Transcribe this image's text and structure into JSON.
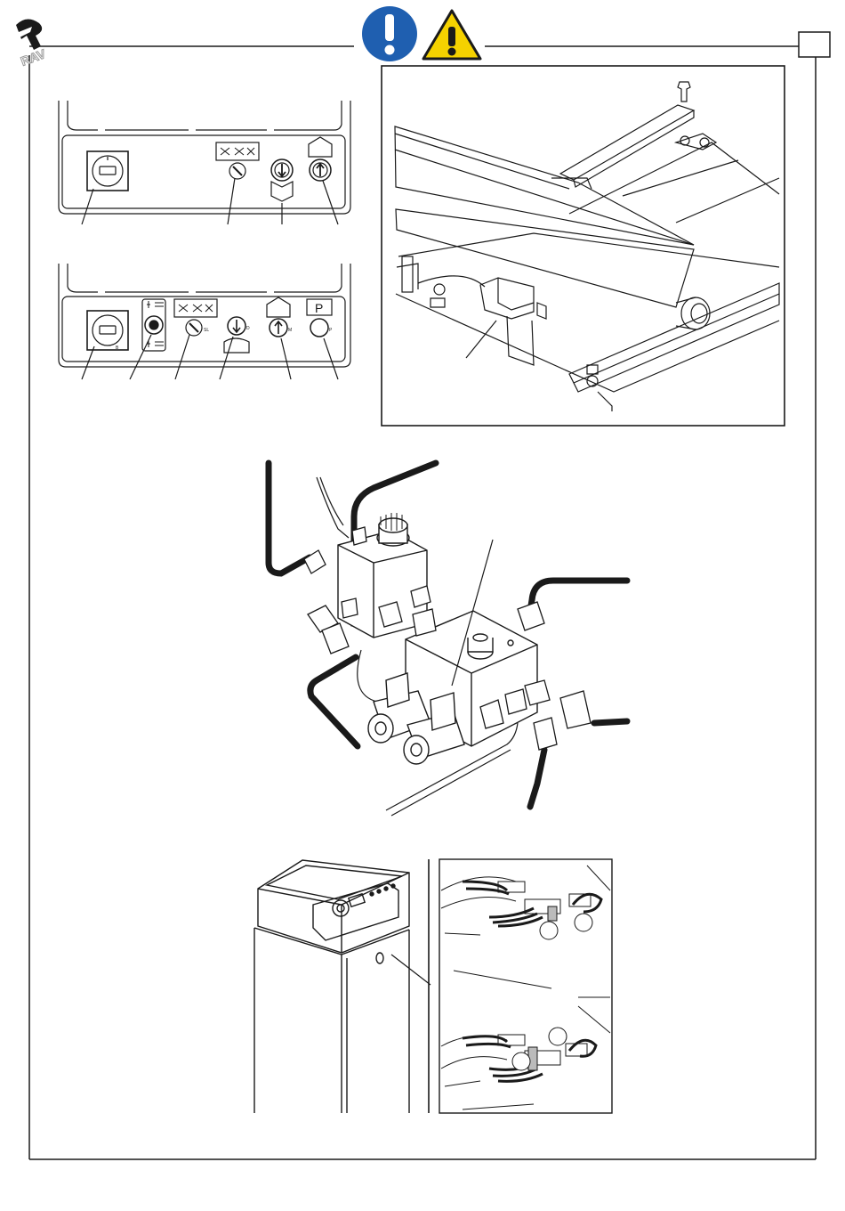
{
  "brand": {
    "logo_text": "RAV"
  },
  "header": {
    "warning_icons": [
      "mandatory-action-icon",
      "warning-triangle-icon"
    ],
    "page_box_text": ""
  },
  "colors": {
    "ink": "#1a1a1a",
    "mandatory_blue": "#1f5fb0",
    "warning_yellow": "#f5d200"
  },
  "panels": {
    "control_panel_top": {
      "button_labels": []
    },
    "control_panel_bottom": {
      "button_labels": [
        "B",
        "SL",
        "D",
        "M",
        "P"
      ]
    }
  }
}
